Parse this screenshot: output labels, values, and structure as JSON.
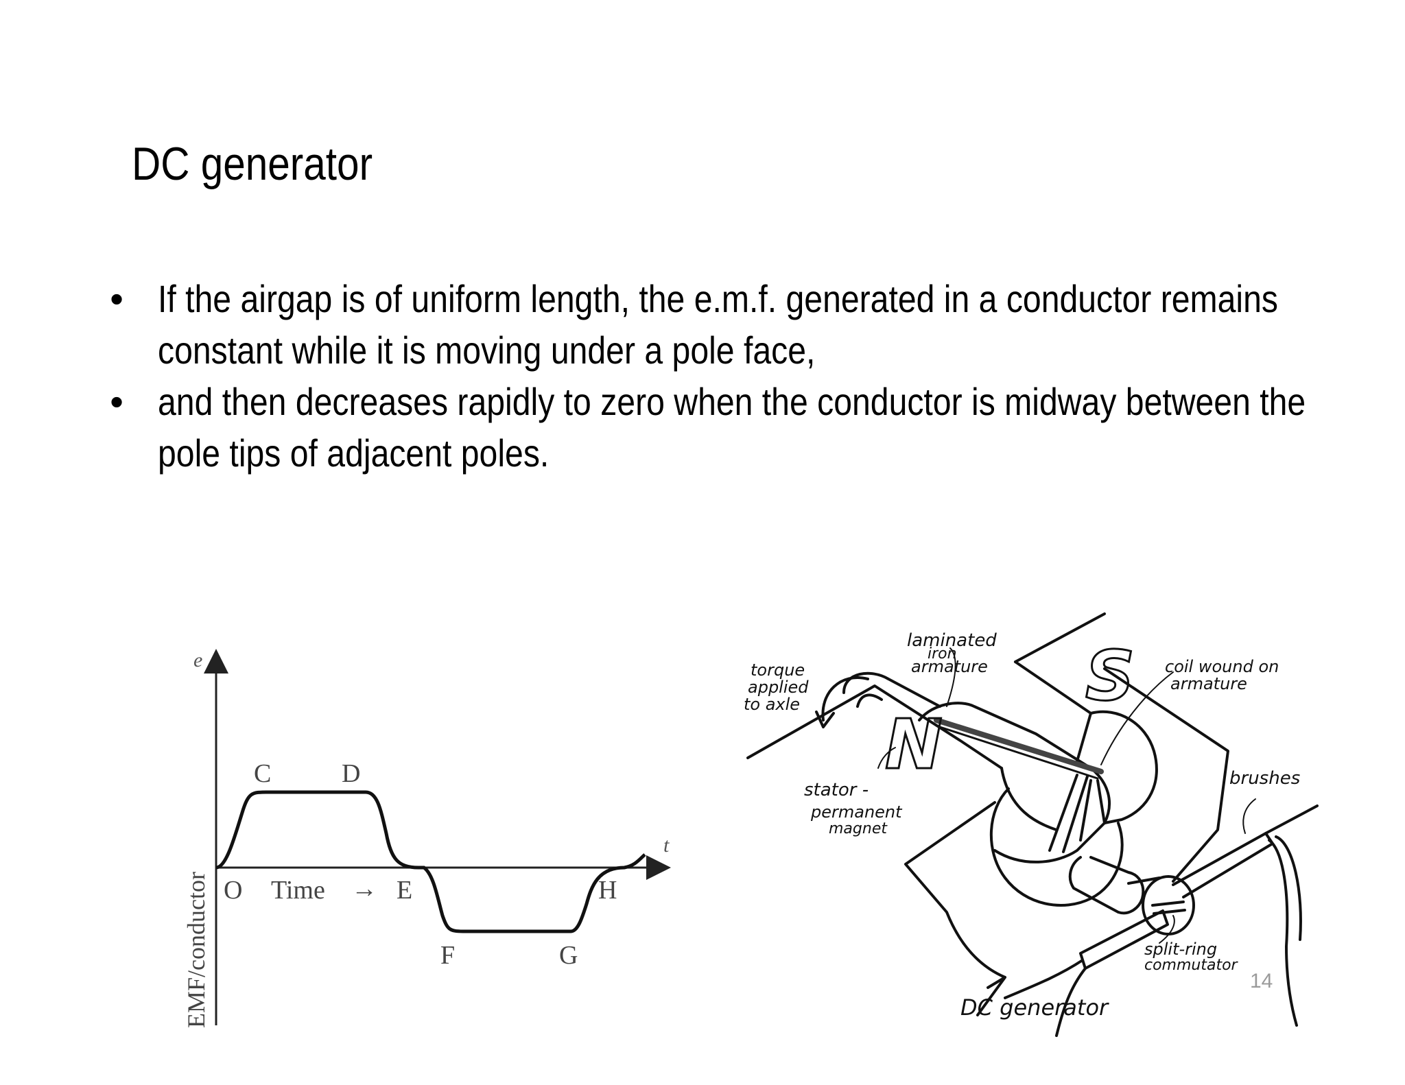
{
  "slide": {
    "title": "DC generator",
    "bullets": [
      "If the airgap is of uniform length, the e.m.f. generated in a conductor remains constant while it is moving under a pole face,",
      "and then decreases rapidly to zero when the conductor is midway between the pole tips of adjacent poles."
    ],
    "bullet_symbol": "•",
    "page_number": "14"
  },
  "emf_graph": {
    "y_axis_symbol": "e",
    "x_axis_symbol": "t",
    "y_axis_label": "EMF/conductor",
    "time_label": "Time",
    "time_arrow": "→",
    "points": [
      "O",
      "C",
      "D",
      "E",
      "F",
      "G",
      "H"
    ]
  },
  "generator_sketch": {
    "labels": {
      "laminated_1": "laminated",
      "laminated_2": "iron",
      "laminated_3": "armature",
      "torque_1": "torque",
      "torque_2": "applied",
      "torque_3": "to axle",
      "coil_1": "coil wound on",
      "coil_2": "armature",
      "stator_1": "stator -",
      "stator_2": "permanent",
      "stator_3": "magnet",
      "brushes": "brushes",
      "split_1": "split-ring",
      "split_2": "commutator",
      "caption": "DC generator",
      "pole_n": "N",
      "pole_s": "S"
    }
  }
}
